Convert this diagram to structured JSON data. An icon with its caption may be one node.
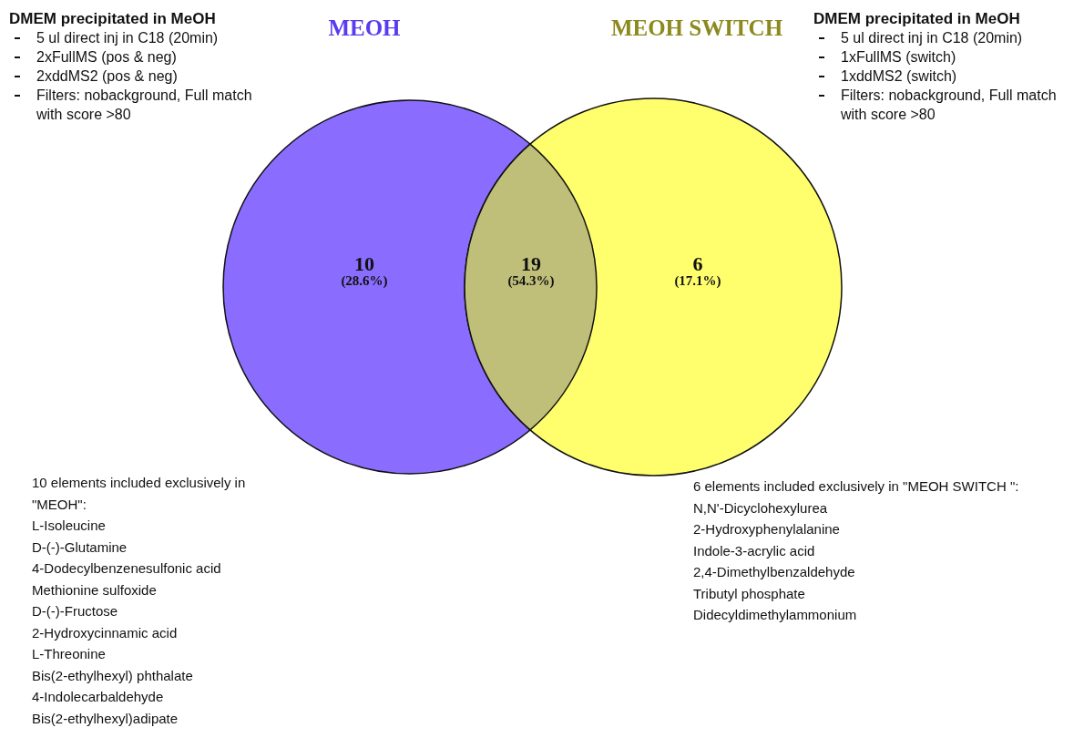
{
  "diagram": {
    "nodes": [
      {
        "text": [
          "MEOH",
          "10",
          "(28.6%)"
        ]
      },
      {
        "text": [
          "MEOH SWITCH",
          "6",
          "(17.1%)"
        ]
      }
    ],
    "labels": [
      "DMEM precipitated in MeOH",
      "5 ul direct inj in C18 (20min)",
      "2xFullMS (pos & neg)",
      "2xddMS2 (pos & neg)",
      "Filters: nobackground, Full match with score >80",
      "DMEM precipitated in MeOH",
      "5 ul direct inj in C18 (20min)",
      "1xFullMS (switch)",
      "1xddMS2 (switch)",
      "Filters: nobackground, Full match with score >80",
      "19",
      "(54.3%)",
      "10 elements included exclusively in \"MEOH\":",
      "L-Isoleucine",
      "D-(-)-Glutamine",
      "4-Dodecylbenzenesulfonic acid",
      "Methionine sulfoxide",
      "D-(-)-Fructose",
      "2-Hydroxycinnamic acid",
      "L-Threonine",
      "Bis(2-ethylhexyl) phthalate",
      "4-Indolecarbaldehyde",
      "Bis(2-ethylhexyl)adipate",
      "6 elements included exclusively in \"MEOH SWITCH \":",
      "N,N'-Dicyclohexylurea",
      "2-Hydroxyphenylalanine",
      "Indole-3-acrylic acid",
      "2,4-Dimethylbenzaldehyde",
      "Tributyl phosphate",
      "Didecyldimethylammonium"
    ]
  }
}
